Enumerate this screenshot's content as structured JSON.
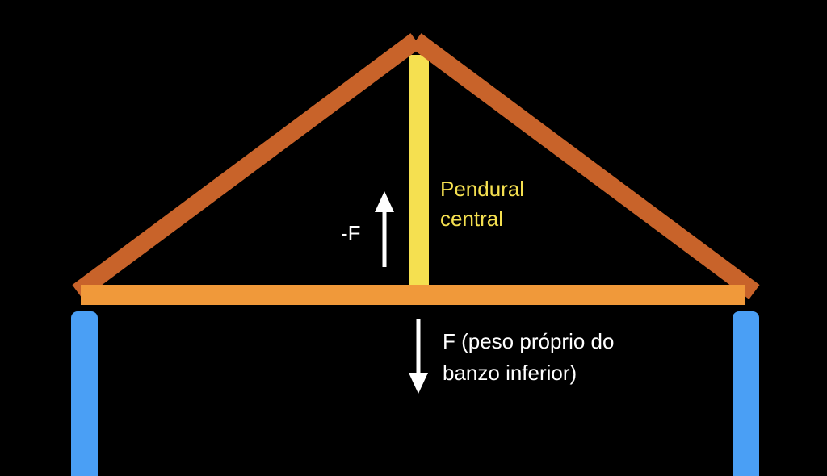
{
  "labels": {
    "king_post": [
      "Pendural",
      "central"
    ],
    "reaction": "-F",
    "load": [
      "F (peso próprio do",
      "banzo inferior)"
    ]
  },
  "colors": {
    "background": "#000000",
    "rafter": "#c8632a",
    "tie_beam": "#f0993a",
    "king_post": "#f5e050",
    "column": "#4a9ff5",
    "arrow": "#ffffff",
    "king_post_text": "#f5e050",
    "text": "#ffffff"
  }
}
